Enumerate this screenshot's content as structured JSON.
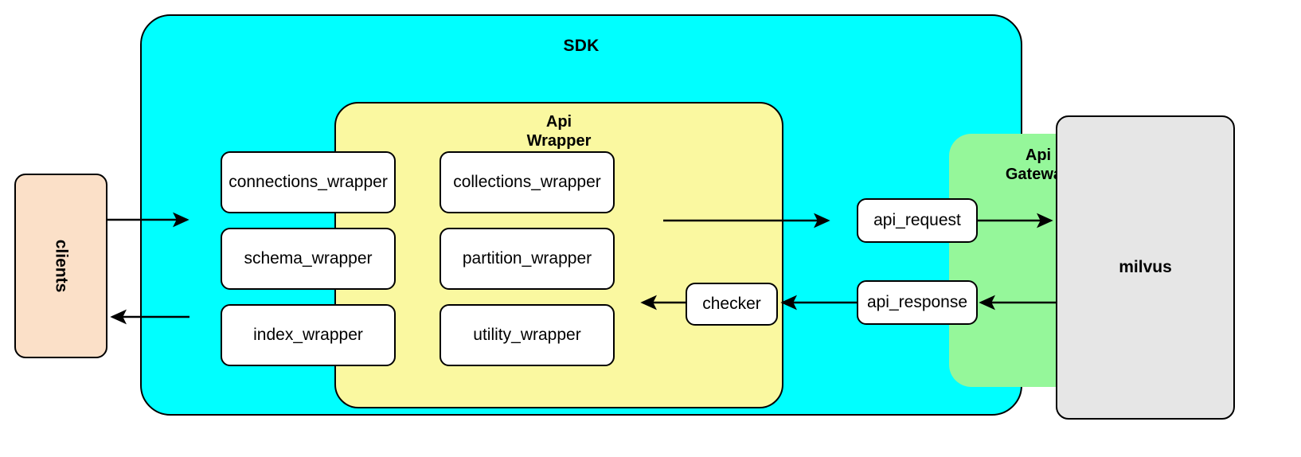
{
  "diagram": {
    "title_nodes": {
      "sdk": "SDK",
      "api_wrapper": "Api\nWrapper",
      "api_gateway": "Api\nGateway"
    },
    "external": {
      "clients": "clients",
      "milvus": "milvus"
    },
    "api_wrapper_cells": [
      {
        "label": "connections_wrapper"
      },
      {
        "label": "collections_wrapper"
      },
      {
        "label": "schema_wrapper"
      },
      {
        "label": "partition_wrapper"
      },
      {
        "label": "index_wrapper"
      },
      {
        "label": "utility_wrapper"
      }
    ],
    "gateway_cells": [
      {
        "label": "api_request"
      },
      {
        "label": "api_response"
      }
    ],
    "checker": "checker",
    "edges": [
      {
        "name": "clients-to-api-wrapper",
        "from": "clients",
        "to": "api_wrapper",
        "direction": "right"
      },
      {
        "name": "api-wrapper-to-api-gateway",
        "from": "api_wrapper",
        "to": "api_gateway",
        "direction": "right"
      },
      {
        "name": "api-request-to-milvus",
        "from": "api_request",
        "to": "milvus",
        "direction": "right"
      },
      {
        "name": "milvus-to-api-response",
        "from": "milvus",
        "to": "api_response",
        "direction": "left"
      },
      {
        "name": "api-response-to-checker",
        "from": "api_response",
        "to": "checker",
        "direction": "left"
      },
      {
        "name": "checker-to-api-wrapper",
        "from": "checker",
        "to": "api_wrapper",
        "direction": "left"
      },
      {
        "name": "api-wrapper-to-clients",
        "from": "api_wrapper",
        "to": "clients",
        "direction": "left"
      }
    ],
    "colors": {
      "sdk_fill": "#00ffff",
      "api_wrapper_fill": "#faf8a0",
      "api_gateway_fill": "#95f79a",
      "clients_fill": "#fbe0c8",
      "milvus_fill": "#e6e6e6",
      "node_fill": "#ffffff",
      "stroke": "#000000",
      "background": "#ffffff"
    }
  }
}
